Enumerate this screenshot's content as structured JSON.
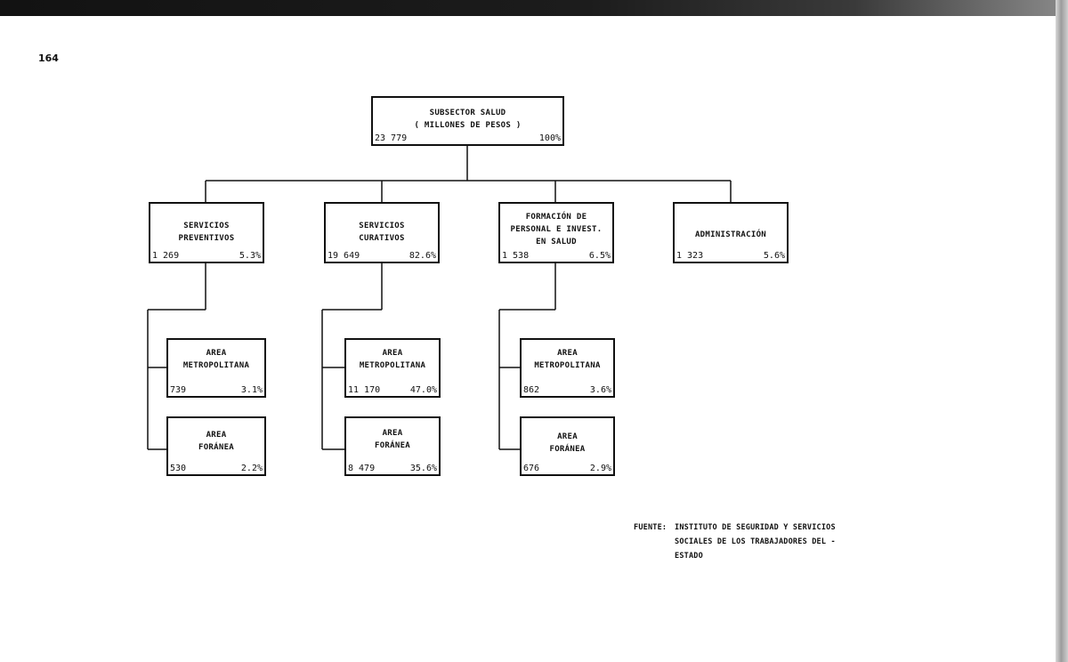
{
  "page_number": "164",
  "root": {
    "lines": [
      "SUBSECTOR SALUD",
      "( MILLONES DE PESOS )"
    ],
    "value": "23 779",
    "percent": "100%"
  },
  "categories": [
    {
      "id": "preventivos",
      "lines": [
        "SERVICIOS",
        "PREVENTIVOS"
      ],
      "value": "1 269",
      "percent": "5.3%"
    },
    {
      "id": "curativos",
      "lines": [
        "SERVICIOS",
        "CURATIVOS"
      ],
      "value": "19 649",
      "percent": "82.6%"
    },
    {
      "id": "formacion",
      "lines": [
        "FORMACIÓN DE",
        "PERSONAL E INVEST.",
        "EN SALUD"
      ],
      "value": "1 538",
      "percent": "6.5%"
    },
    {
      "id": "administracion",
      "lines": [
        "ADMINISTRACIÓN"
      ],
      "value": "1 323",
      "percent": "5.6%"
    }
  ],
  "areas": [
    {
      "id": "prev-metro",
      "lines": [
        "AREA",
        "METROPOLITANA"
      ],
      "value": "739",
      "percent": "3.1%"
    },
    {
      "id": "prev-foranea",
      "lines": [
        "AREA",
        "FORÁNEA"
      ],
      "value": "530",
      "percent": "2.2%"
    },
    {
      "id": "cur-metro",
      "lines": [
        "AREA",
        "METROPOLITANA"
      ],
      "value": "11 170",
      "percent": "47.0%"
    },
    {
      "id": "cur-foranea",
      "lines": [
        "AREA",
        "FORÁNEA"
      ],
      "value": "8 479",
      "percent": "35.6%"
    },
    {
      "id": "form-metro",
      "lines": [
        "AREA",
        "METROPOLITANA"
      ],
      "value": "862",
      "percent": "3.6%"
    },
    {
      "id": "form-foranea",
      "lines": [
        "AREA",
        "FORÁNEA"
      ],
      "value": "676",
      "percent": "2.9%"
    }
  ],
  "source": {
    "label": "FUENTE:",
    "lines": [
      "INSTITUTO DE SEGURIDAD Y SERVICIOS",
      "SOCIALES DE LOS TRABAJADORES DEL -",
      "ESTADO"
    ]
  }
}
